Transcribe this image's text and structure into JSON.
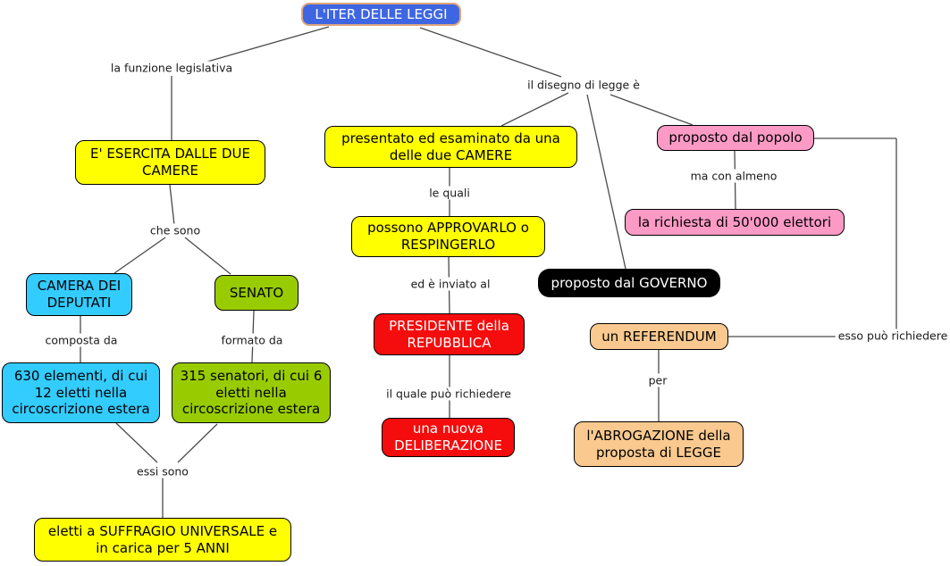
{
  "map_title": "L'ITER DELLE LEGGI",
  "colors": {
    "title_fill": "#3E66E2",
    "title_border": "#DDA47E",
    "yellow": "#FFFF00",
    "cyan": "#33CCFF",
    "green": "#99CC00",
    "red": "#F50C0C",
    "pink": "#FC9AC6",
    "peach": "#F9C98F",
    "black": "#000000",
    "line": "#4A4A4A"
  },
  "nodes": {
    "title": {
      "text": "L'ITER DELLE LEGGI"
    },
    "esercita": {
      "text": "E' ESERCITA DALLE DUE CAMERE"
    },
    "camera": {
      "text": "CAMERA DEI DEPUTATI"
    },
    "senato": {
      "text": "SENATO"
    },
    "deputati_630": {
      "text": "630 elementi, di cui 12 eletti nella circoscrizione estera"
    },
    "senatori_315": {
      "text": "315 senatori, di cui 6 eletti nella circoscrizione estera"
    },
    "suffragio": {
      "text": "eletti a SUFFRAGIO UNIVERSALE e in carica per 5 ANNI"
    },
    "presentato": {
      "text": "presentato ed esaminato da una delle due CAMERE"
    },
    "approvarlo": {
      "text": "possono APPROVARLO o RESPINGERLO"
    },
    "presidente": {
      "text": "PRESIDENTE della REPUBBLICA"
    },
    "deliberazione": {
      "text": "una nuova DELIBERAZIONE"
    },
    "popolo": {
      "text": "proposto dal popolo"
    },
    "richiesta": {
      "text": "la richiesta di 50'000 elettori"
    },
    "governo": {
      "text": "proposto dal GOVERNO"
    },
    "referendum": {
      "text": "un REFERENDUM"
    },
    "abrogazione": {
      "text": "l'ABROGAZIONE della proposta di LEGGE"
    }
  },
  "edge_labels": {
    "funzione": "la funzione legislativa",
    "che_sono": "che sono",
    "composta_da": "composta da",
    "formato_da": "formato da",
    "essi_sono": "essi sono",
    "disegno": "il disegno di legge è",
    "le_quali": "le quali",
    "inviato": "ed è inviato al",
    "quale_richiedere": "il quale può richiedere",
    "ma_con_almeno": "ma con almeno",
    "esso_richiedere": "esso può richiedere",
    "per": "per"
  }
}
